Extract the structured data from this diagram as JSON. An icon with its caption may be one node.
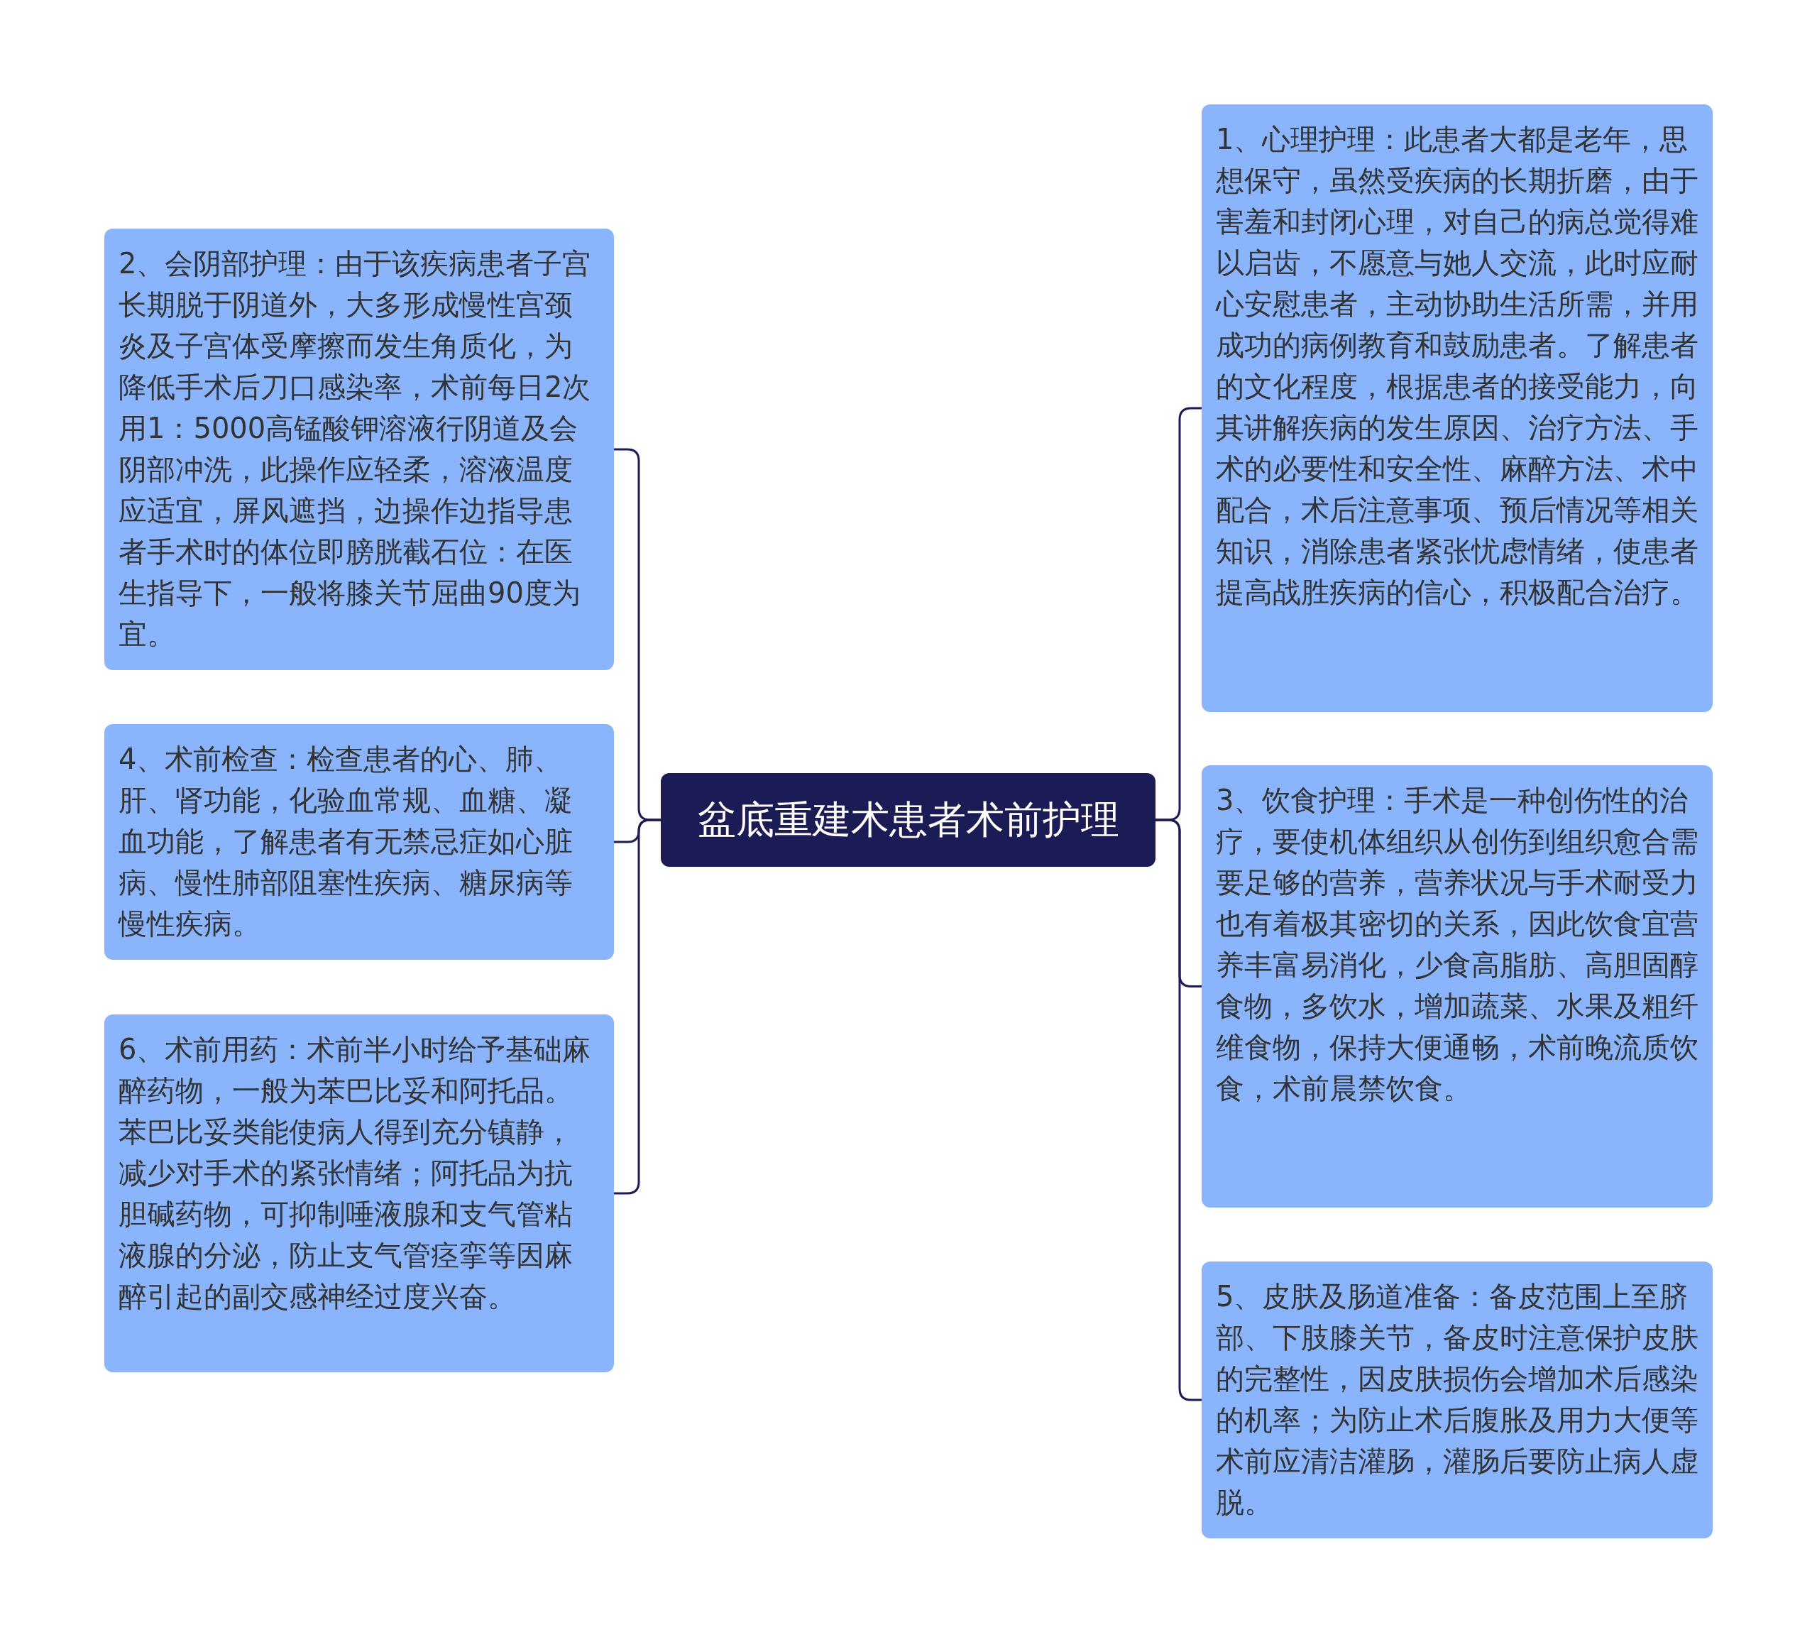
{
  "diagram": {
    "nodes": [
      {
        "text": [
          "盆底重建术患者术前护理"
        ]
      },
      {
        "text": [
          "1、心理护理：此患者大都是老年，思想保守，虽然受疾病的长期折磨，由于害羞和封闭心理，对自己的病总觉得难以启齿，不愿意与她人交流，此时应耐心安慰患者，主动协助生活所需，并用成功的病例教育和鼓励患者。了解患者的文化程度，根据患者的接受能力，向其讲解疾病的发生原因、治疗方法、手术的必要性和安全性、麻醉方法、术中配合，术后注意事项、预后情况等相关知识，消除患者紧张忧虑情绪，使患者提高战胜疾病的信心，积极配合治疗。"
        ]
      },
      {
        "text": [
          "2、会阴部护理：由于该疾病患者子宫长期脱于阴道外，大多形成慢性宫颈炎及子宫体受摩擦而发生角质化，为降低手术后刀口感染率，术前每日2次用1：5000高锰酸钾溶液行阴道及会阴部冲洗，此操作应轻柔，溶液温度应适宜，屏风遮挡，边操作边指导患者手术时的体位即膀胱截石位：在医生指导下，一般将膝关节屈曲90度为宜。"
        ]
      },
      {
        "text": [
          "3、饮食护理：手术是一种创伤性的治疗，要使机体组织从创伤到组织愈合需要足够的营养，营养状况与手术耐受力也有着极其密切的关系，因此饮食宜营养丰富易消化，少食高脂肪、高胆固醇食物，多饮水，增加蔬菜、水果及粗纤维食物，保持大便通畅，术前晚流质饮食，术前晨禁饮食。"
        ]
      },
      {
        "text": [
          "4、术前检查：检查患者的心、肺、肝、肾功能，化验血常规、血糖、凝血功能，了解患者有无禁忌症如心脏病、慢性肺部阻塞性疾病、糖尿病等慢性疾病。"
        ]
      },
      {
        "text": [
          "5、皮肤及肠道准备：备皮范围上至脐部、下肢膝关节，备皮时注意保护皮肤的完整性，因皮肤损伤会增加术后感染的机率；为防止术后腹胀及用力大便等术前应清洁灌肠，灌肠后要防止病人虚脱。"
        ]
      },
      {
        "text": [
          "6、术前用药：术前半小时给予基础麻醉药物，一般为苯巴比妥和阿托品。苯巴比妥类能使病人得到充分镇静，减少对手术的紧张情绪；阿托品为抗胆碱药物，可抑制唾液腺和支气管粘液腺的分泌，防止支气管痉挛等因麻醉引起的副交感神经过度兴奋。"
        ]
      }
    ],
    "edges": [
      {
        "from": 0,
        "to": 1,
        "arrow": "none"
      },
      {
        "from": 0,
        "to": 2,
        "arrow": "none"
      },
      {
        "from": 0,
        "to": 3,
        "arrow": "none"
      },
      {
        "from": 0,
        "to": 4,
        "arrow": "none"
      },
      {
        "from": 0,
        "to": 5,
        "arrow": "none"
      },
      {
        "from": 0,
        "to": 6,
        "arrow": "none"
      }
    ]
  }
}
